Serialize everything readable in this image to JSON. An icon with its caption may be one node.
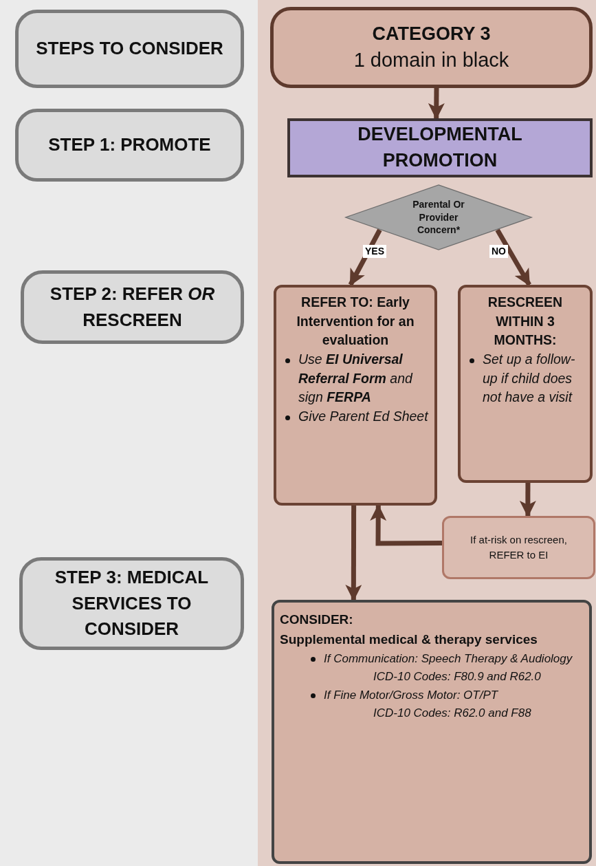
{
  "diagram": {
    "nodes": [
      {
        "text": [
          "STEPS TO CONSIDER"
        ]
      },
      {
        "text": [
          "STEP 1: PROMOTE"
        ]
      },
      {
        "text": [
          "STEP 2: REFER *OR* RESCREEN"
        ]
      },
      {
        "text": [
          "STEP 3: MEDICAL SERVICES TO CONSIDER"
        ]
      },
      {
        "text": [
          "CATEGORY 3",
          "1 domain in black"
        ]
      },
      {
        "text": [
          "DEVELOPMENTAL PROMOTION"
        ]
      },
      {
        "text": [
          "Parental Or Provider Concern*"
        ]
      },
      {
        "text": [
          "REFER TO: Early Intervention for an evaluation",
          "Use **EI Universal Referral Form** and sign **FERPA**",
          "Give Parent Ed Sheet"
        ]
      },
      {
        "text": [
          "RESCREEN WITHIN 3 MONTHS:",
          "Set up a follow-up if child does not have a visit"
        ]
      },
      {
        "text": [
          "If at-risk on rescreen, REFER to EI"
        ]
      },
      {
        "text": [
          "CONSIDER:",
          "Supplemental medical & therapy services",
          "If Communication: Speech Therapy & Audiology",
          "ICD-10 Codes: F80.9 and R62.0",
          "If Fine Motor/Gross Motor: OT/PT",
          "ICD-10 Codes: R62.0 and F88"
        ]
      }
    ],
    "edges": [
      {
        "from": 4,
        "to": 5,
        "arrow": "to"
      },
      {
        "from": 6,
        "to": 7,
        "arrow": "to",
        "label": "YES"
      },
      {
        "from": 6,
        "to": 8,
        "arrow": "to",
        "label": "NO"
      },
      {
        "from": 8,
        "to": 9,
        "arrow": "to"
      },
      {
        "from": 9,
        "to": 7,
        "arrow": "to"
      },
      {
        "from": 7,
        "to": 10,
        "arrow": "to"
      }
    ]
  }
}
